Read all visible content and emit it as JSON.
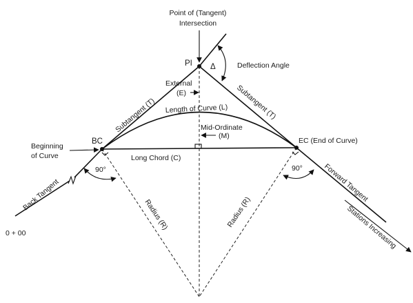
{
  "labels": {
    "pi_title_1": "Point of (Tangent)",
    "pi_title_2": "Intersection",
    "pi": "PI",
    "delta": "Δ",
    "deflection": "Deflection Angle",
    "external_1": "External",
    "external_2": "(E)",
    "subtangent_left": "Subtangent (T)",
    "subtangent_right": "Subtangent (T)",
    "length_of_curve": "Length of Curve (L)",
    "mid_ordinate_1": "Mid-Ordinate",
    "mid_ordinate_2": "(M)",
    "bc": "BC",
    "ec": "EC (End of Curve)",
    "beginning_1": "Beginning",
    "beginning_2": "of Curve",
    "long_chord": "Long Chord (C)",
    "angle_left": "90°",
    "angle_right": "90°",
    "back_tangent": "Back Tangent",
    "forward_tangent": "Forward Tangent",
    "stations_increasing": "Stations Increasing",
    "radius_left": "Radius (R)",
    "radius_right": "Radius (R)",
    "station_start": "0 + 00"
  }
}
